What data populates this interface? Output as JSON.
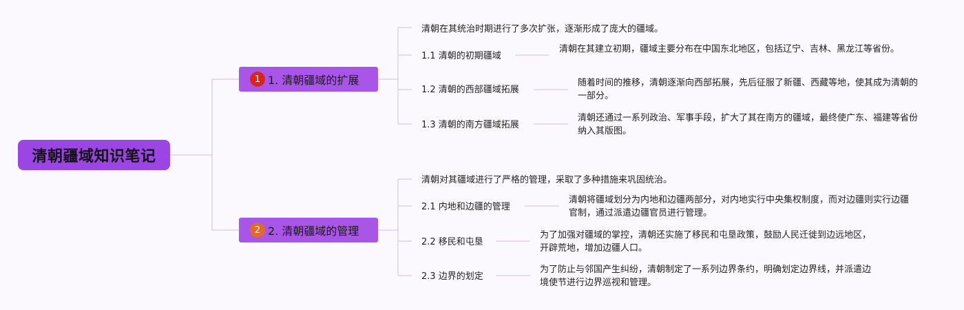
{
  "root": {
    "title": "清朝疆域知识笔记"
  },
  "branches": [
    {
      "number": "1",
      "title": "1. 清朝疆域的扩展",
      "badge_color": "#d9261c",
      "intro": "清朝在其统治时期进行了多次扩张，逐渐形成了庞大的疆域。",
      "subs": [
        {
          "title": "1.1 清朝的初期疆域",
          "detail": "清朝在其建立初期，疆域主要分布在中国东北地区，包括辽宁、吉林、黑龙江等省份。"
        },
        {
          "title": "1.2 清朝的西部疆域拓展",
          "detail": "随着时间的推移，清朝逐渐向西部拓展，先后征服了新疆、西藏等地，使其成为清朝的一部分。"
        },
        {
          "title": "1.3 清朝的南方疆域拓展",
          "detail": "清朝还通过一系列政治、军事手段，扩大了其在南方的疆域，最终使广东、福建等省份纳入其版图。"
        }
      ]
    },
    {
      "number": "2",
      "title": "2. 清朝疆域的管理",
      "badge_color": "#e06a2a",
      "intro": "清朝对其疆域进行了严格的管理，采取了多种措施来巩固统治。",
      "subs": [
        {
          "title": "2.1 内地和边疆的管理",
          "detail": "清朝将疆域划分为内地和边疆两部分，对内地实行中央集权制度，而对边疆则实行边疆官制，通过派遣边疆官员进行管理。"
        },
        {
          "title": "2.2 移民和屯垦",
          "detail": "为了加强对疆域的掌控，清朝还实施了移民和屯垦政策，鼓励人民迁徙到边远地区，开辟荒地，增加边疆人口。"
        },
        {
          "title": "2.3 边界的划定",
          "detail": "为了防止与邻国产生纠纷，清朝制定了一系列边界条约，明确划定边界线，并派遣边境使节进行边界巡视和管理。"
        }
      ]
    }
  ],
  "colors": {
    "connector": "#d9c6ea",
    "root_bg": "#9b45e4",
    "branch_bg": "#a955e8"
  }
}
